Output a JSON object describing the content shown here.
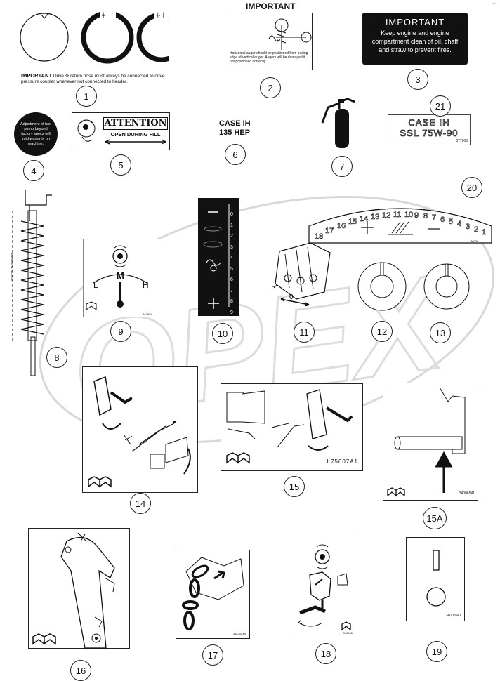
{
  "header": {
    "corner_mark": "—"
  },
  "decals": {
    "d1": {
      "important": "IMPORTANT",
      "text": "Drive  ※  return hose must always be connected to drive pressure coupler whenever not connected to header."
    },
    "d2": {
      "title": "IMPORTANT",
      "text": "Horizontal auger should be positioned  from trailing edge of vertical auger. Augers will be damaged if not positioned correctly."
    },
    "d3": {
      "title": "IMPORTANT",
      "text": "Keep engine and engine compartment clean of oil, chaff and straw to prevent fires."
    },
    "d4": {
      "text": "Adjustment of fuel pump beyond factory specs will void warranty on machine."
    },
    "d5": {
      "title": "ATTENTION",
      "subtitle": "OPEN DURING FILL"
    },
    "d6": {
      "line1": "CASE IH",
      "line2": "135 HEP"
    },
    "d21": {
      "line1": "CASE IH",
      "line2": "SSL 75W-90",
      "code": "377903"
    },
    "d20": {
      "scale": "18 17 16 15 14 13 12 11 10 9 8 7 6 5 4 3 2 1"
    },
    "d8": {
      "text": "162 RING (4 INCHES)"
    },
    "d9": {
      "label": "M",
      "left": "L",
      "right": "H",
      "code": "340951"
    },
    "d10": {
      "ticks": [
        "0",
        "1",
        "2",
        "3",
        "4",
        "5",
        "6",
        "7",
        "8",
        "9"
      ]
    },
    "d11": {
      "label": "0"
    },
    "d15": {
      "code": "L75607A1"
    },
    "d15a": {
      "code": "34006541"
    },
    "d17": {
      "code": "3447/0000"
    },
    "d18": {
      "code": "340945"
    },
    "d19": {
      "code": "34008541"
    }
  },
  "callouts": [
    "1",
    "2",
    "3",
    "4",
    "5",
    "6",
    "7",
    "8",
    "9",
    "10",
    "11",
    "12",
    "13",
    "14",
    "15",
    "15A",
    "16",
    "17",
    "18",
    "19",
    "20",
    "21"
  ]
}
